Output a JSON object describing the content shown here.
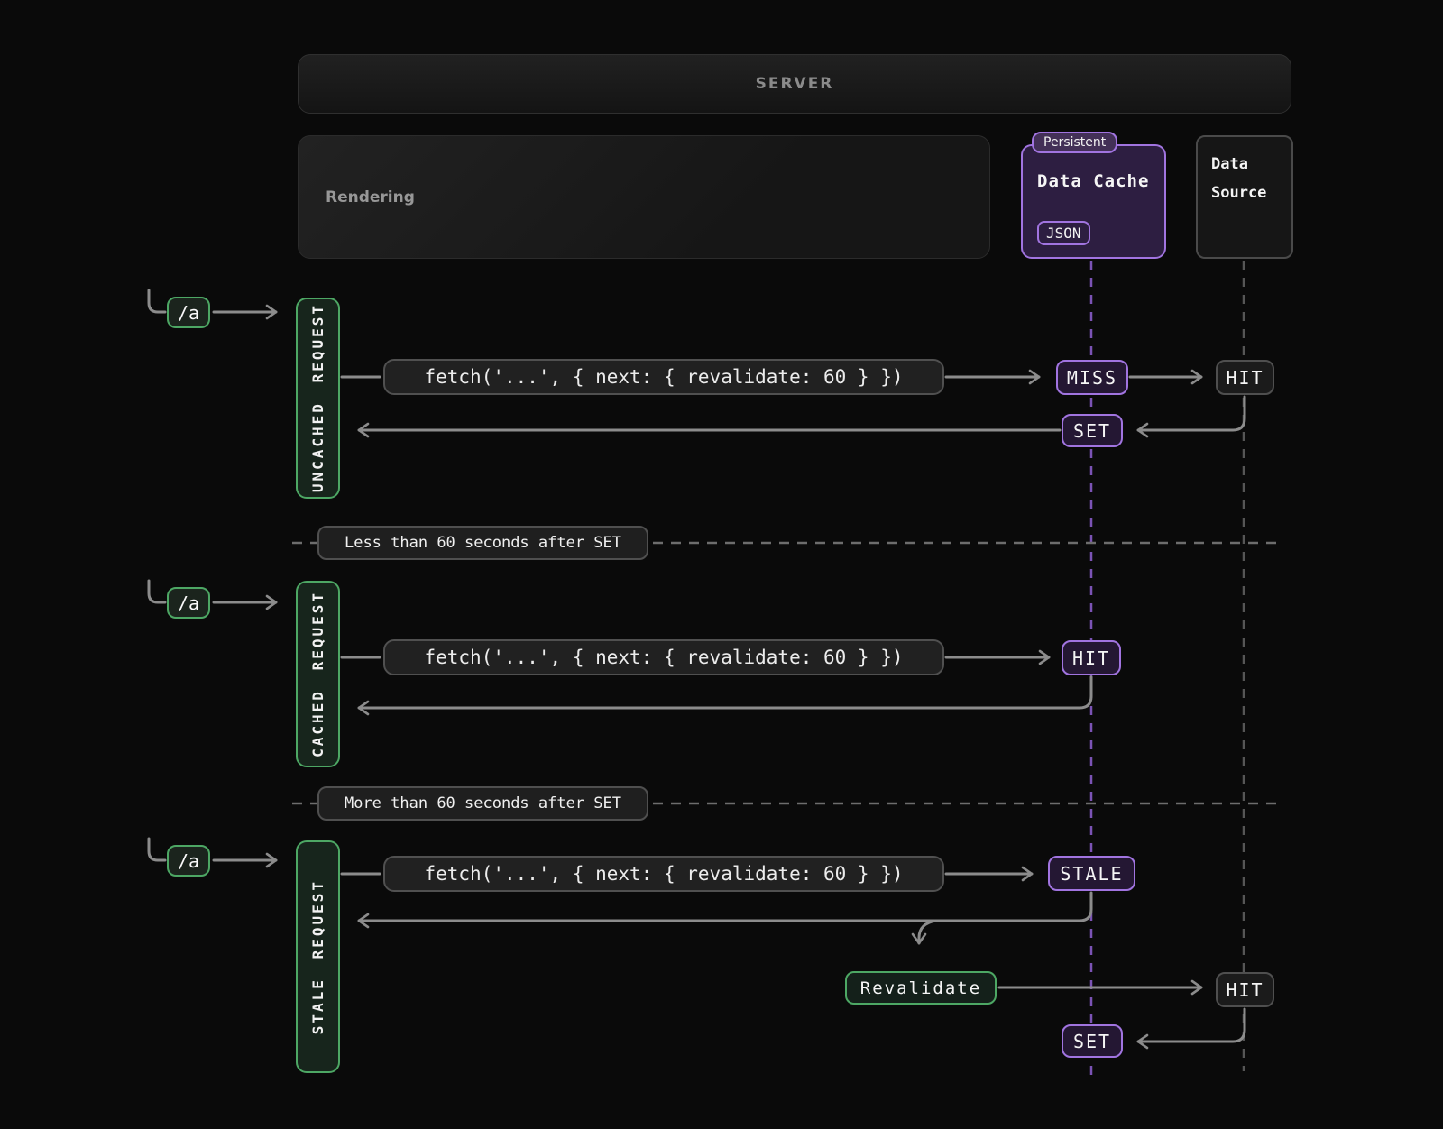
{
  "header": {
    "server_label": "SERVER"
  },
  "components": {
    "rendering": {
      "label": "Rendering"
    },
    "data_cache": {
      "label": "Data Cache",
      "badge": "Persistent",
      "tag": "JSON"
    },
    "data_source": {
      "label": "Data Source"
    }
  },
  "sequences": [
    {
      "route": "/a",
      "lane_label": "UNCACHED REQUEST",
      "fetch_code": "fetch('...', { next: { revalidate: 60 } })",
      "data_cache_result": "MISS",
      "data_source_result": "HIT",
      "data_cache_write": "SET"
    },
    {
      "route": "/a",
      "lane_label": "CACHED REQUEST",
      "fetch_code": "fetch('...', { next: { revalidate: 60 } })",
      "data_cache_result": "HIT"
    },
    {
      "route": "/a",
      "lane_label": "STALE REQUEST",
      "fetch_code": "fetch('...', { next: { revalidate: 60 } })",
      "data_cache_result": "STALE",
      "revalidate_label": "Revalidate",
      "data_source_result": "HIT",
      "data_cache_write": "SET"
    }
  ],
  "separators": [
    {
      "label": "Less than 60 seconds after SET"
    },
    {
      "label": "More than 60 seconds after SET"
    }
  ],
  "colors": {
    "background": "#0a0a0a",
    "accent_green": "#4da764",
    "accent_purple": "#a174e0",
    "cache_lifeline_purple": "#7b53b5",
    "source_lifeline_gray": "#565656",
    "wire_gray": "#8c8c8c",
    "purple_fill": "#2d1e41"
  }
}
